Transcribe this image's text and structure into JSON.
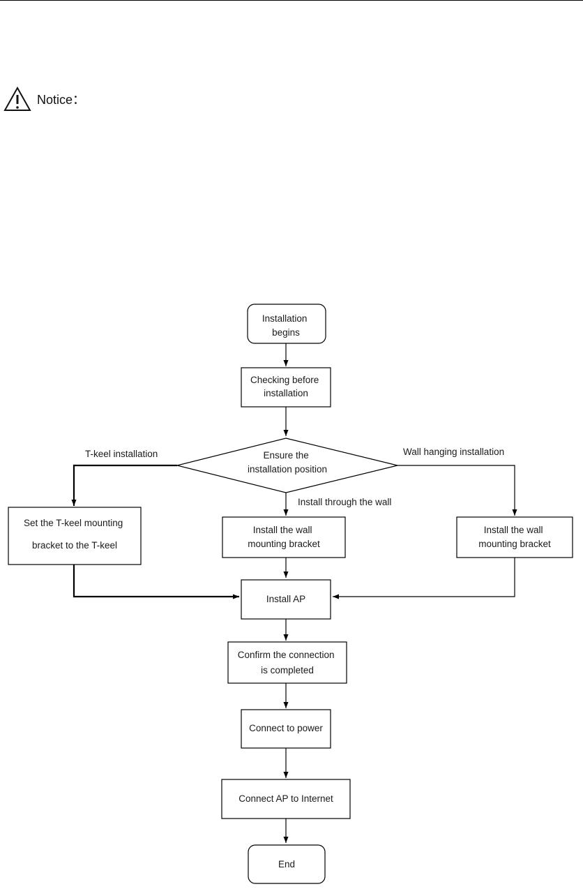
{
  "notice": {
    "label": "Notice：",
    "icon": "warning-triangle-icon"
  },
  "flowchart": {
    "begin": [
      "Installation",
      "begins"
    ],
    "check": [
      "Checking before",
      "installation"
    ],
    "decision": [
      "Ensure the",
      "installation  position"
    ],
    "branches": {
      "tkeel": "T-keel installation",
      "wall_hanging": "Wall hanging installation",
      "through_wall": "Install through the wall"
    },
    "tkeel_step": [
      "Set the T-keel mounting",
      "bracket to the T-keel"
    ],
    "through_wall_step": [
      "Install the wall",
      "mounting bracket"
    ],
    "wall_hanging_step": [
      "Install the wall",
      "mounting bracket"
    ],
    "install_ap": [
      "Install AP"
    ],
    "confirm": [
      "Confirm the connection",
      "is completed"
    ],
    "power": [
      "Connect to power"
    ],
    "internet": [
      "Connect AP to Internet"
    ],
    "end": [
      "End"
    ]
  }
}
